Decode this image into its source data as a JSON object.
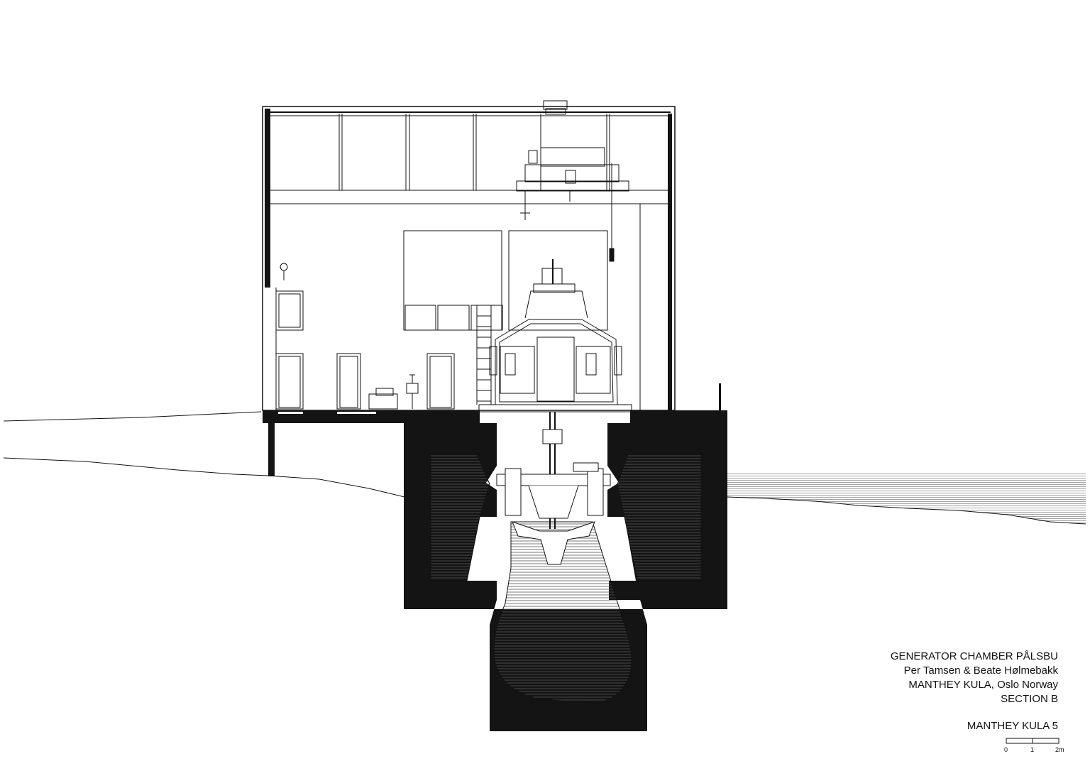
{
  "title_block": {
    "line1": "GENERATOR CHAMBER PÅLSBU",
    "line2": "Per Tamsen & Beate Hølmebakk",
    "line3": "MANTHEY KULA, Oslo Norway",
    "line4": "SECTION B",
    "sheet": "MANTHEY KULA 5"
  },
  "scale_bar": {
    "labels": [
      "0",
      "1",
      "2m"
    ]
  },
  "colors": {
    "ink": "#111111",
    "fill": "#141414",
    "paper": "#ffffff",
    "hatch": "#555555"
  }
}
